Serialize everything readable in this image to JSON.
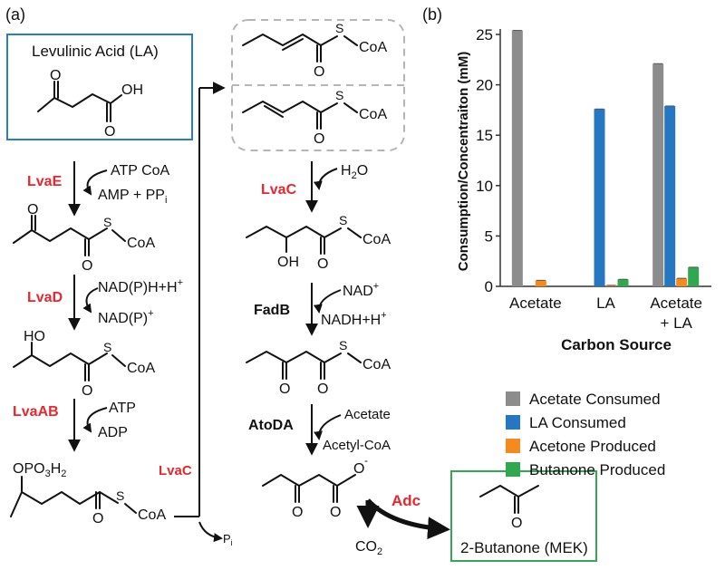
{
  "panel_a": {
    "label": "(a)",
    "start_box_title": "Levulinic Acid (LA)",
    "end_box_title": "2-Butanone (MEK)",
    "enzymes": {
      "lvaE": "LvaE",
      "lvaD": "LvaD",
      "lvaAB": "LvaAB",
      "lvaC_left": "LvaC",
      "lvaC_right": "LvaC",
      "fadB": "FadB",
      "atoDA": "AtoDA",
      "adc": "Adc"
    },
    "cofactors": {
      "atp_coa": "ATP CoA",
      "amp_ppi": "AMP + PP",
      "ppi_sub": "i",
      "nadph": "NAD(P)H+H",
      "nadp": "NAD(P)",
      "plus": "+",
      "atp": "ATP",
      "adp": "ADP",
      "pi": "P",
      "pi_sub": "i",
      "h2o_h": "H",
      "h2o_2": "2",
      "h2o_o": "O",
      "nad": "NAD",
      "nadh": "NADH+H",
      "acetate": "Acetate",
      "acetyl_coa": "Acetyl-CoA",
      "co2_c": "CO",
      "co2_2": "2"
    },
    "atoms": {
      "O": "O",
      "OH": "OH",
      "HO": "HO",
      "S": "S",
      "CoA": "CoA",
      "minus": "-",
      "opo": "OPO",
      "opo_3": "3",
      "opo_h": "H",
      "opo_2": "2"
    }
  },
  "panel_b": {
    "label": "(b)"
  },
  "chart_data": {
    "type": "bar",
    "ylabel": "Consumption/Concentraiton (mM)",
    "xlabel": "Carbon Source",
    "ylim": [
      0,
      25
    ],
    "yticks": [
      "0",
      "5",
      "10",
      "15",
      "20",
      "25"
    ],
    "categories": [
      "Acetate",
      "LA",
      "Acetate + LA"
    ],
    "category_lines": [
      [
        "Acetate"
      ],
      [
        "LA"
      ],
      [
        "Acetate",
        "+ LA"
      ]
    ],
    "series": [
      {
        "name": "Acetate Consumed",
        "color": "#8c8c8c",
        "values": [
          25.4,
          0,
          22.1
        ]
      },
      {
        "name": "LA Consumed",
        "color": "#2577c2",
        "values": [
          0,
          17.6,
          17.9
        ]
      },
      {
        "name": "Acetone Produced",
        "color": "#f58a1f",
        "values": [
          0.6,
          0.1,
          0.8
        ]
      },
      {
        "name": "Butanone Produced",
        "color": "#2fa84f",
        "values": [
          0,
          0.7,
          1.9
        ]
      }
    ],
    "legend_position": "bottom"
  }
}
